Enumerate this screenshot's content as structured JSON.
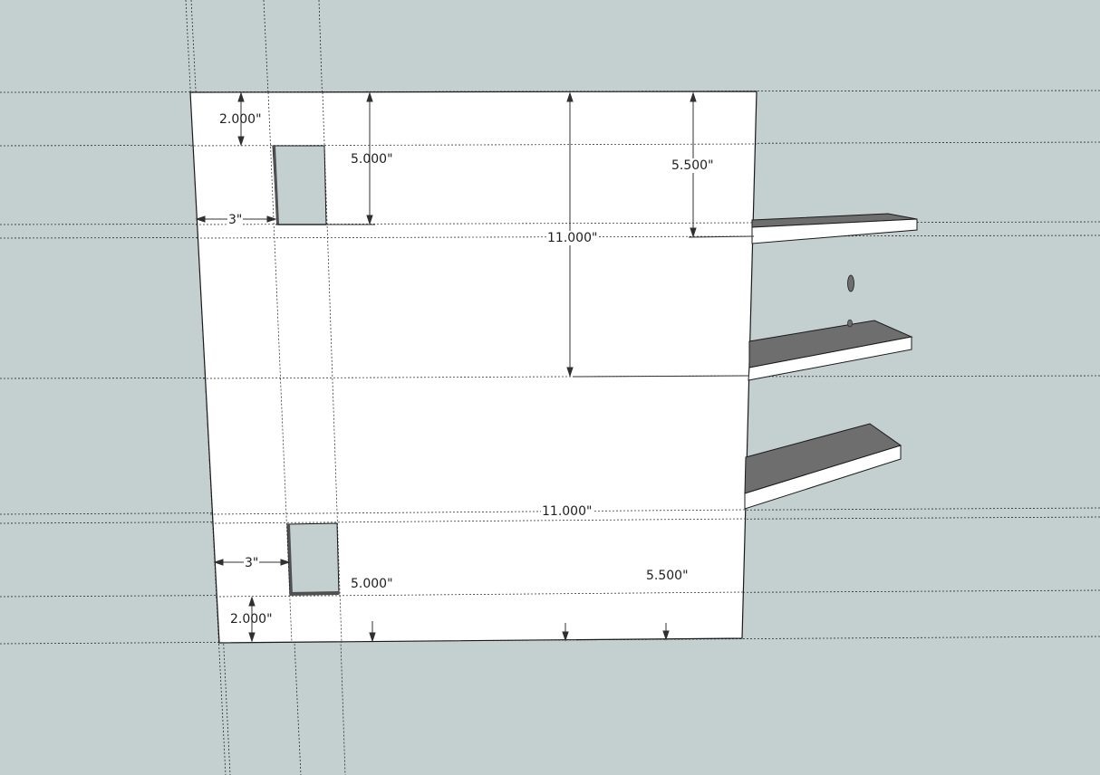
{
  "colors": {
    "background": "#c4d0d0",
    "panel_face": "#ffffff",
    "edge": "#1a1a1a",
    "guide": "#2b2b2b",
    "shelf_top": "#6e6e6e",
    "shelf_side": "#ffffff",
    "cutout_fill": "#c4d0d0"
  },
  "dimensions": {
    "top_offset": "2.000\"",
    "top_cutout_height": "5.000\"",
    "top_left_inset": "3\"",
    "top_right_height": "5.500\"",
    "top_center_height": "11.000\"",
    "bottom_center_height": "11.000\"",
    "bottom_left_inset": "3\"",
    "bottom_cutout_height": "5.000\"",
    "bottom_right_height": "5.500\"",
    "bottom_offset": "2.000\""
  }
}
